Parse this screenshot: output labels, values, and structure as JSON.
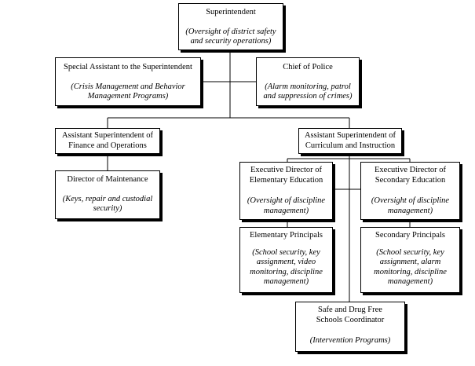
{
  "boxes": {
    "superintendent": {
      "title": "Superintendent",
      "desc": "(Oversight of district safety\nand security operations)"
    },
    "special_assistant": {
      "title": "Special Assistant to the Superintendent",
      "desc": "(Crisis Management and Behavior\nManagement Programs)"
    },
    "chief_of_police": {
      "title": "Chief of Police",
      "desc": "(Alarm monitoring, patrol\nand suppression of crimes)"
    },
    "asst_finance": {
      "title": "Assistant Superintendent of\nFinance and Operations",
      "desc": ""
    },
    "asst_curriculum": {
      "title": "Assistant Superintendent of\nCurriculum and Instruction",
      "desc": ""
    },
    "director_maintenance": {
      "title": "Director of Maintenance",
      "desc": "(Keys, repair and custodial\nsecurity)"
    },
    "exec_elementary": {
      "title": "Executive Director of\nElementary Education",
      "desc": "(Oversight of discipline\nmanagement)"
    },
    "exec_secondary": {
      "title": "Executive Director of\nSecondary Education",
      "desc": "(Oversight of discipline\nmanagement)"
    },
    "elementary_principals": {
      "title": "Elementary Principals",
      "desc": "(School security, key\nassignment, video\nmonitoring, discipline\nmanagement)"
    },
    "secondary_principals": {
      "title": "Secondary Principals",
      "desc": "(School security, key\nassignment, alarm\nmonitoring, discipline\nmanagement)"
    },
    "safe_drug_free": {
      "title": "Safe and Drug Free\nSchools Coordinator",
      "desc": "(Intervention Programs)"
    }
  }
}
